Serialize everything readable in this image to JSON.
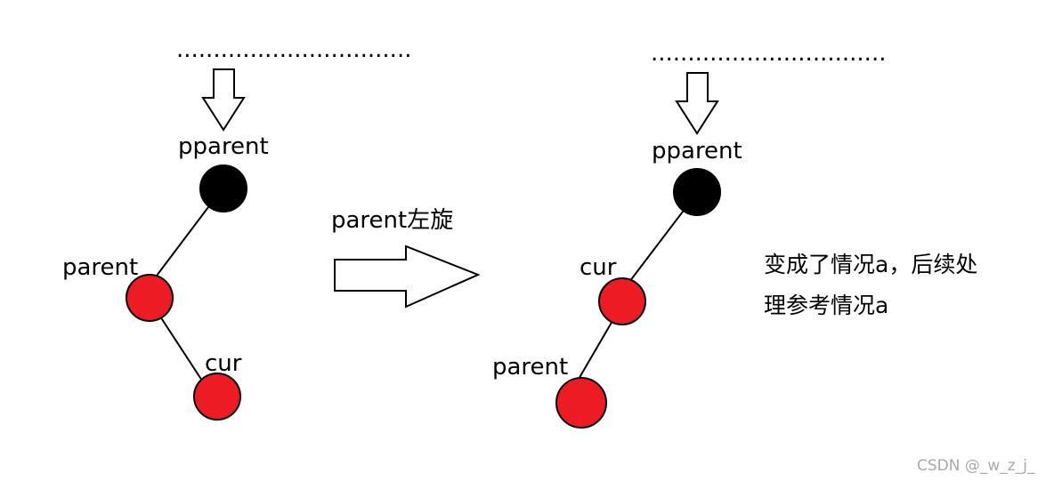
{
  "before": {
    "dots": "................................",
    "pparent": "pparent",
    "parent": "parent",
    "cur": "cur"
  },
  "operation": "parent左旋",
  "after": {
    "dots": "................................",
    "pparent": "pparent",
    "cur": "cur",
    "parent": "parent"
  },
  "note": {
    "line1": "变成了情况a，后续处",
    "line2": "理参考情况a"
  },
  "watermark": "CSDN @_w_z_j_",
  "colors": {
    "black_node": "#000000",
    "red_node": "#ed1c24",
    "outline": "#000000"
  }
}
